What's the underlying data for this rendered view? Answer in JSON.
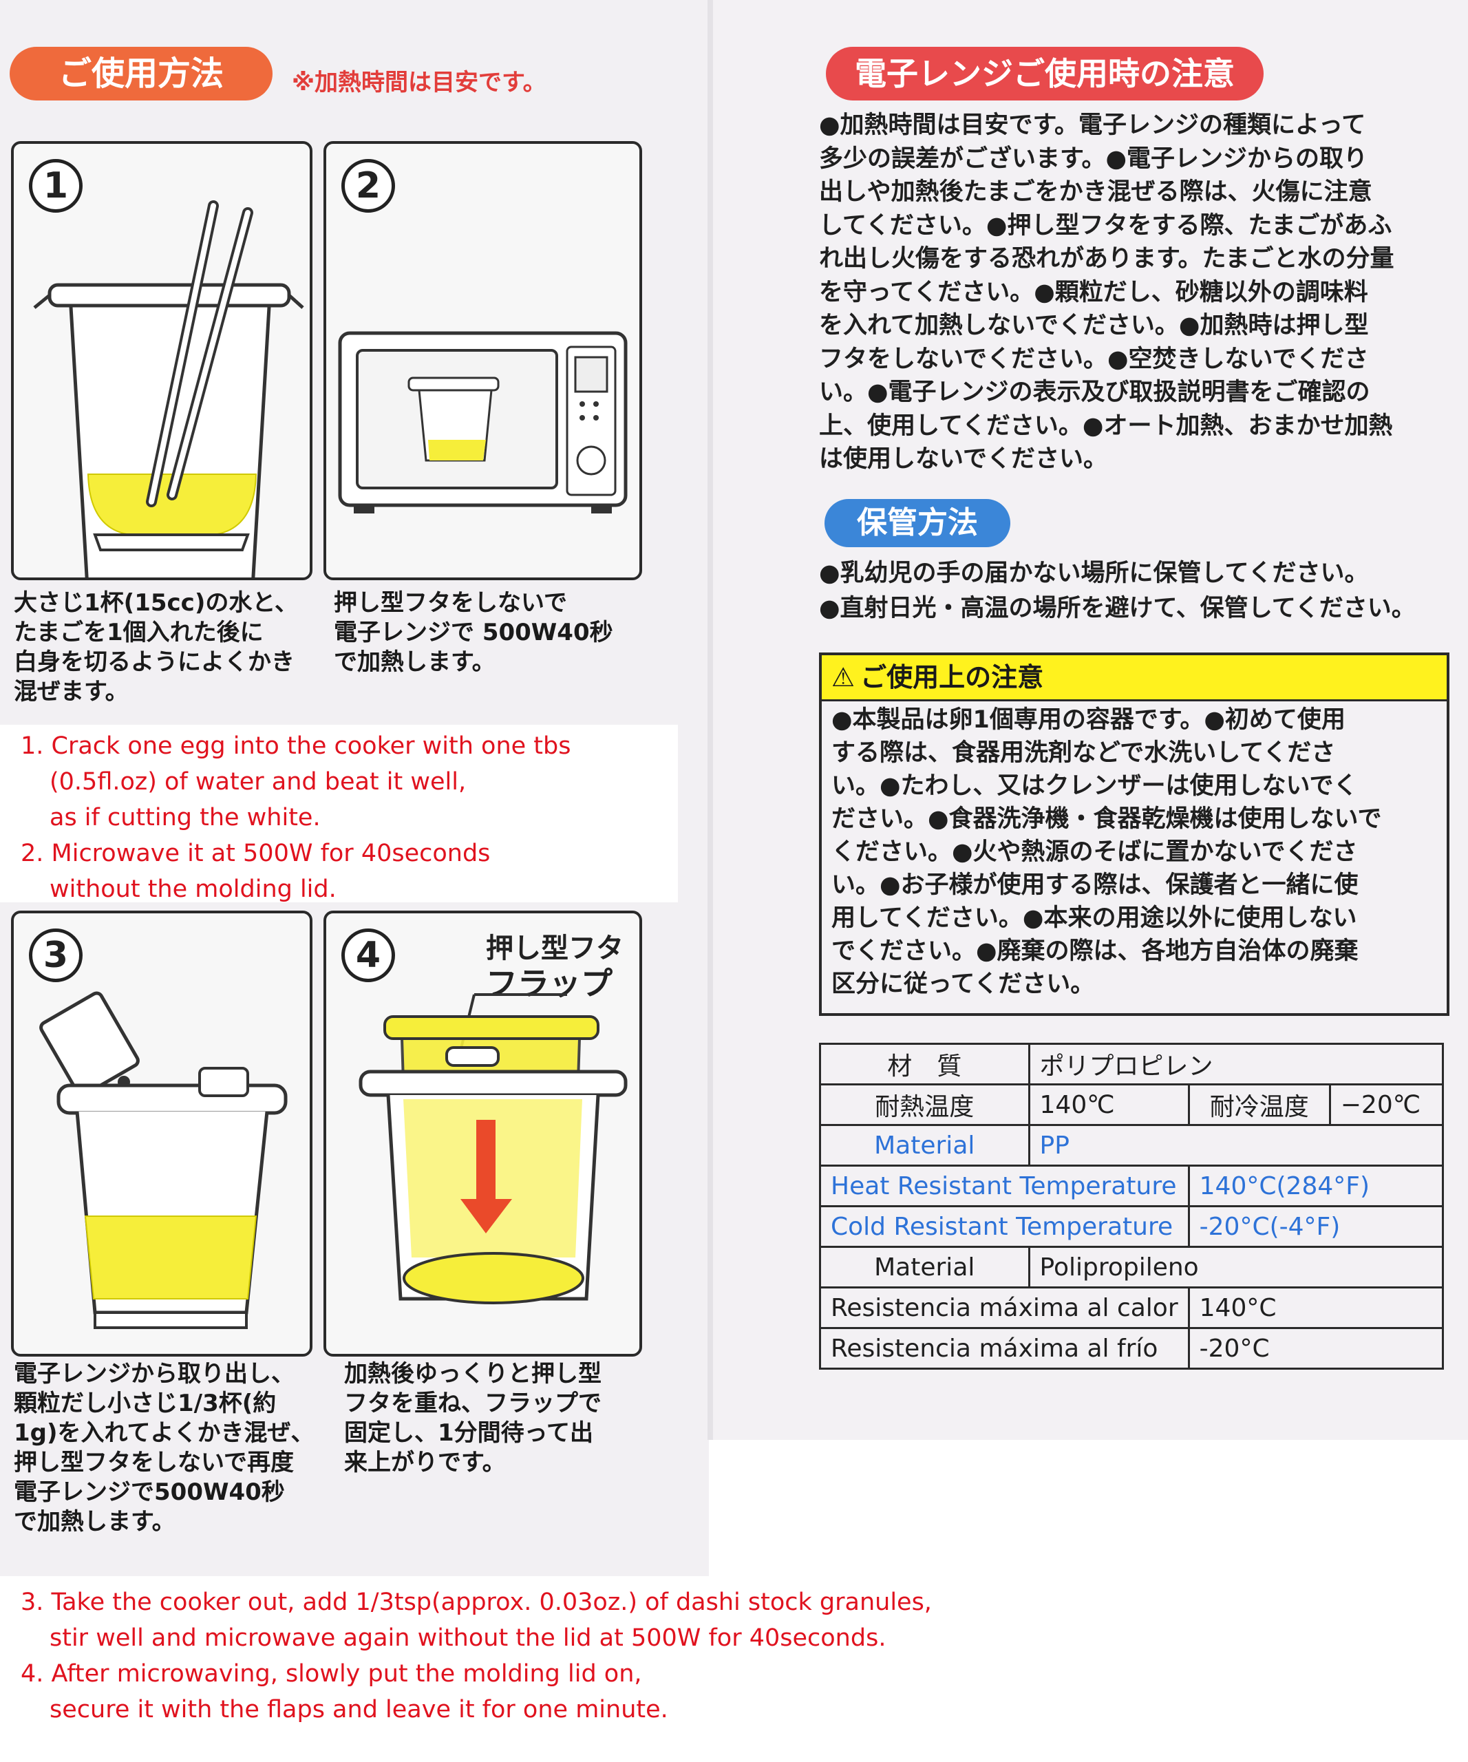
{
  "left_panel": {
    "header": "ご使用方法",
    "heat_note": "※加熱時間は目安です。",
    "steps": [
      {
        "number": "1",
        "jp": [
          "大さじ1杯(15cc)の水と、",
          "たまごを1個入れた後に",
          "白身を切るようによくかき",
          "混ぜます。"
        ]
      },
      {
        "number": "2",
        "jp": [
          "押し型フタをしないで",
          "電子レンジで 500W40秒",
          "で加熱します。"
        ]
      },
      {
        "number": "3",
        "jp": [
          "電子レンジから取り出し、",
          "顆粒だし小さじ1/3杯(約",
          "1g)を入れてよくかき混ぜ、",
          "押し型フタをしないで再度",
          "電子レンジで500W40秒",
          "で加熱します。"
        ]
      },
      {
        "number": "4",
        "label_lid": "押し型フタ",
        "label_flap": "フラップ",
        "jp": [
          "加熱後ゆっくりと押し型",
          "フタを重ね、フラップで",
          "固定し、1分間待って出",
          "来上がりです。"
        ]
      }
    ]
  },
  "english_notes": {
    "block1": [
      "1. Crack one egg into the cooker with one tbs",
      "(0.5fl.oz) of water and  beat it well,",
      "as if cutting the white.",
      "2. Microwave it at 500W for 40seconds",
      "without the molding lid."
    ],
    "block2": [
      "3. Take the cooker out, add 1/3tsp(approx. 0.03oz.) of dashi stock granules,",
      "stir well and microwave again without the lid at 500W for 40seconds.",
      "4. After microwaving, slowly put the molding lid on,",
      "secure it with the flaps and leave it for one minute."
    ]
  },
  "right_panel": {
    "microwave_header": "電子レンジご使用時の注意",
    "microwave_lines": [
      "●加熱時間は目安です。電子レンジの種類によって",
      "多少の誤差がございます。●電子レンジからの取り",
      "出しや加熱後たまごをかき混ぜる際は、火傷に注意",
      "してください。●押し型フタをする際、たまごがあふ",
      "れ出し火傷をする恐れがあります。たまごと水の分量",
      "を守ってください。●顆粒だし、砂糖以外の調味料",
      "を入れて加熱しないでください。●加熱時は押し型",
      "フタをしないでください。●空焚きしないでくださ",
      "い。●電子レンジの表示及び取扱説明書をご確認の",
      "上、使用してください。●オート加熱、おまかせ加熱",
      "は使用しないでください。"
    ],
    "storage_header": "保管方法",
    "storage_lines": [
      "●乳幼児の手の届かない場所に保管してください。",
      "●直射日光・高温の場所を避けて、保管してください。"
    ],
    "caution_header": "ご使用上の注意",
    "caution_lines": [
      "●本製品は卵1個専用の容器です。●初めて使用",
      "する際は、食器用洗剤などで水洗いしてくださ",
      "い。●たわし、又はクレンザーは使用しないでく",
      "ださい。●食器洗浄機・食器乾燥機は使用しないで",
      "ください。●火や熱源のそばに置かないでくださ",
      "い。●お子様が使用する際は、保護者と一緒に使",
      "用してください。●本来の用途以外に使用しない",
      "でください。●廃棄の際は、各地方自治体の廃棄",
      "区分に従ってください。"
    ],
    "spec": {
      "material_label": "材　質",
      "material_value": "ポリプロピレン",
      "heat_label": "耐熱温度",
      "heat_value": "140℃",
      "cold_label": "耐冷温度",
      "cold_value": "−20℃",
      "en_material_label": "Material",
      "en_material_value": "PP",
      "en_heat_label": "Heat Resistant Temperature",
      "en_heat_value": "140°C(284°F)",
      "en_cold_label": "Cold Resistant Temperature",
      "en_cold_value": "-20°C(-4°F)",
      "es_material_label": "Material",
      "es_material_value": "Polipropileno",
      "es_heat_label": "Resistencia máxima al calor",
      "es_heat_value": "140°C",
      "es_cold_label": "Resistencia máxima al frío",
      "es_cold_value": "-20°C"
    }
  },
  "colors": {
    "orange": "#ef6a3c",
    "red": "#e84a4c",
    "blue": "#3b86d8",
    "yellow": "#fff21e",
    "egg": "#f6ee3a",
    "english_text": "#e0121e",
    "arrow": "#ea4a2a"
  }
}
